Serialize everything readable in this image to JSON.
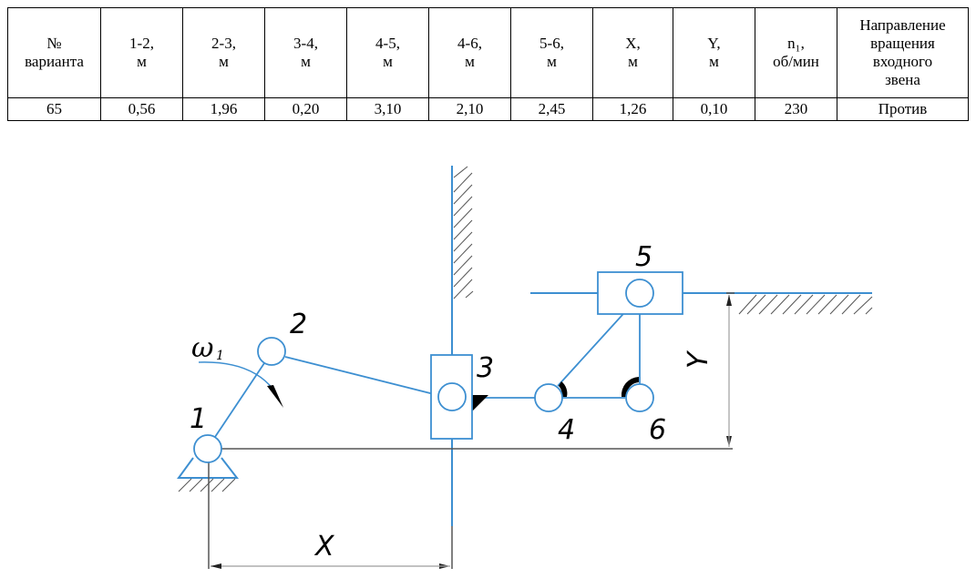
{
  "table": {
    "headers": [
      {
        "line1": "№",
        "line2": "варианта"
      },
      {
        "line1": "1-2,",
        "line2": "м"
      },
      {
        "line1": "2-3,",
        "line2": "м"
      },
      {
        "line1": "3-4,",
        "line2": "м"
      },
      {
        "line1": "4-5,",
        "line2": "м"
      },
      {
        "line1": "4-6,",
        "line2": "м"
      },
      {
        "line1": "5-6,",
        "line2": "м"
      },
      {
        "line1": "X,",
        "line2": "м"
      },
      {
        "line1": "Y,",
        "line2": "м"
      },
      {
        "line1": "n₁,",
        "line2": "об/мин"
      },
      {
        "line1": "Направление",
        "line2": "вращения",
        "line3": "входного",
        "line4": "звена"
      }
    ],
    "values": [
      "65",
      "0,56",
      "1,96",
      "0,20",
      "3,10",
      "2,10",
      "2,45",
      "1,26",
      "0,10",
      "230",
      "Против"
    ]
  },
  "diagram": {
    "joint_labels": {
      "j1": "1",
      "j2": "2",
      "j3": "3",
      "j4": "4",
      "j5": "5",
      "j6": "6"
    },
    "omega_label": "ω",
    "omega_subscript": "1",
    "dimension_x": "X",
    "dimension_y": "Y",
    "colors": {
      "link": "#3d8fd1",
      "dimension": "#555555",
      "hatch": "#555555",
      "ink": "#000000"
    }
  }
}
